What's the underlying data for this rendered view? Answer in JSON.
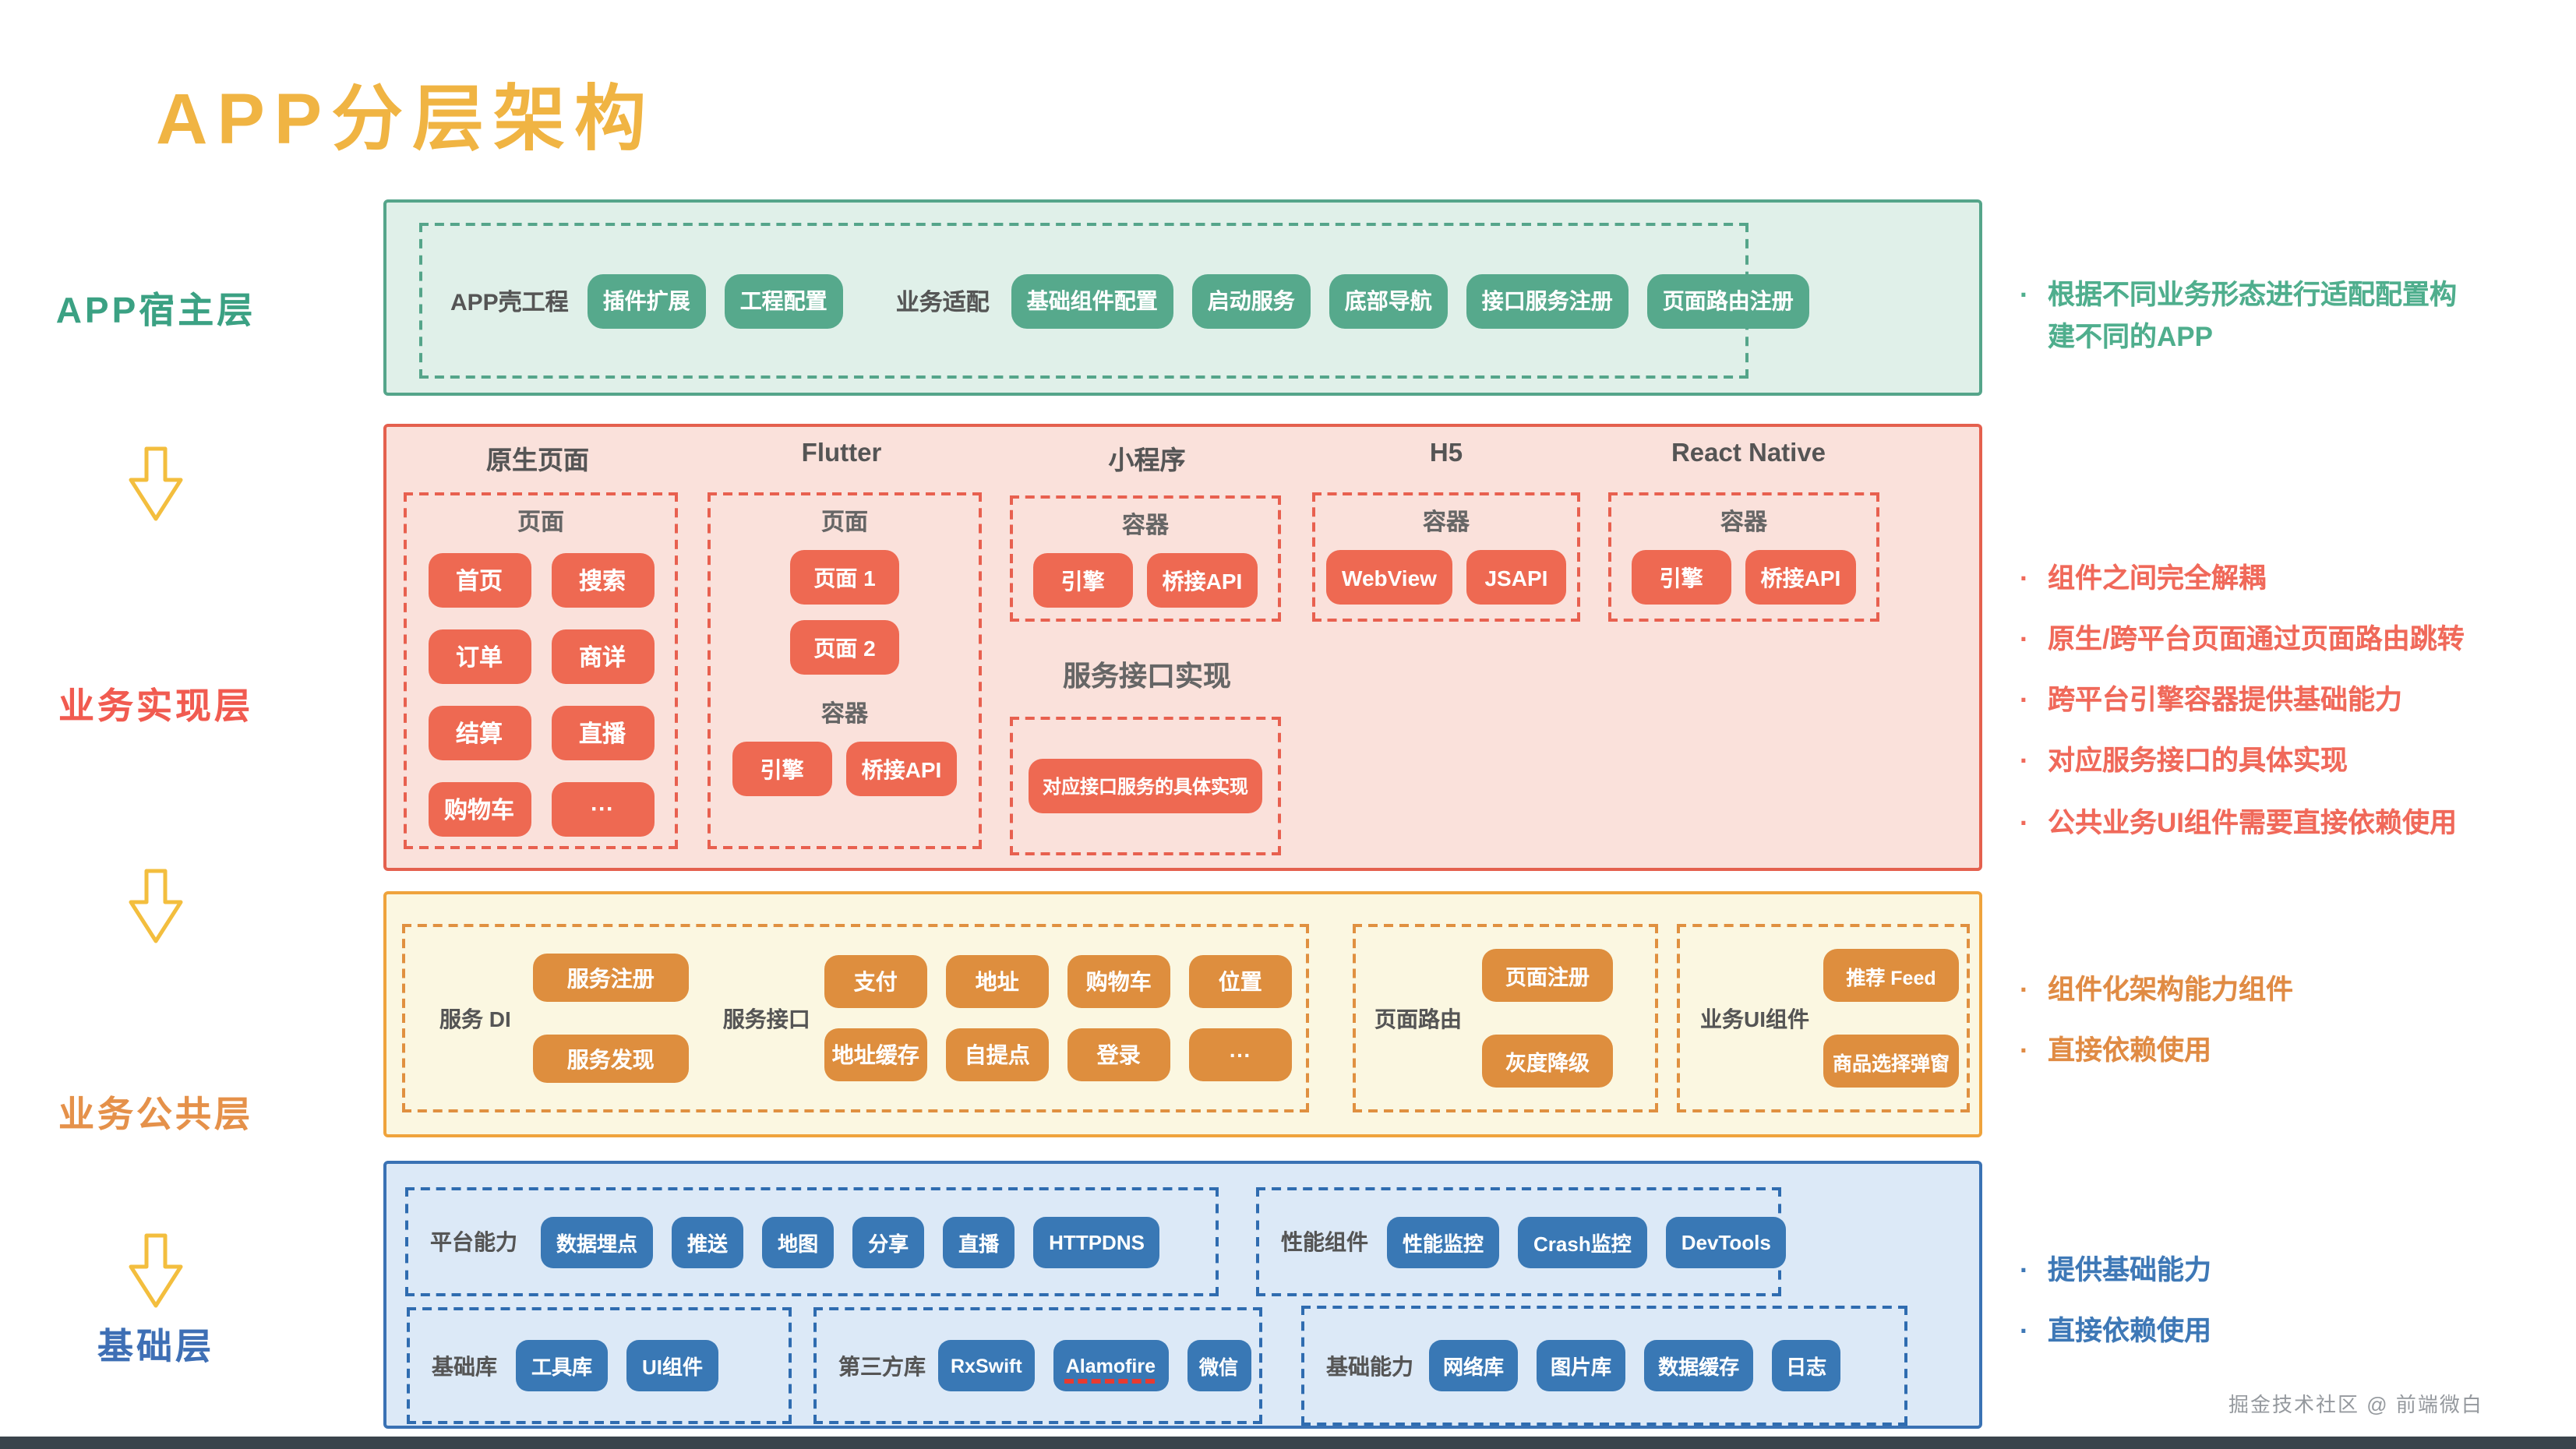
{
  "title": "APP分层架构",
  "watermark": "掘金技术社区 @ 前端微白",
  "rail": {
    "layers": [
      "APP宿主层",
      "业务实现层",
      "业务公共层",
      "基础层"
    ]
  },
  "host": {
    "shell_label": "APP壳工程",
    "shell_chips": [
      "插件扩展",
      "工程配置"
    ],
    "adapt_label": "业务适配",
    "adapt_chips": [
      "基础组件配置",
      "启动服务",
      "底部导航",
      "接口服务注册",
      "页面路由注册"
    ]
  },
  "business": {
    "headers": [
      "原生页面",
      "Flutter",
      "小程序",
      "H5",
      "React Native"
    ],
    "native": {
      "title": "页面",
      "chips": [
        "首页",
        "搜索",
        "订单",
        "商详",
        "结算",
        "直播",
        "购物车",
        "···"
      ]
    },
    "flutter": {
      "page_title": "页面",
      "page_chips": [
        "页面 1",
        "页面 2"
      ],
      "container_title": "容器",
      "container_chips": [
        "引擎",
        "桥接API"
      ]
    },
    "mini": {
      "container_title": "容器",
      "container_chips": [
        "引擎",
        "桥接API"
      ],
      "impl_heading": "服务接口实现",
      "impl_chip": "对应接口服务的具体实现"
    },
    "h5": {
      "container_title": "容器",
      "container_chips": [
        "WebView",
        "JSAPI"
      ]
    },
    "rn": {
      "container_title": "容器",
      "container_chips": [
        "引擎",
        "桥接API"
      ]
    }
  },
  "common": {
    "di_label": "服务 DI",
    "di_chips": [
      "服务注册",
      "服务发现"
    ],
    "api_label": "服务接口",
    "api_chips": [
      "支付",
      "地址",
      "购物车",
      "位置",
      "地址缓存",
      "自提点",
      "登录",
      "···"
    ],
    "router_label": "页面路由",
    "router_chips": [
      "页面注册",
      "灰度降级"
    ],
    "ui_label": "业务UI组件",
    "ui_chips": [
      "推荐 Feed",
      "商品选择弹窗"
    ]
  },
  "base": {
    "platform_label": "平台能力",
    "platform_chips": [
      "数据埋点",
      "推送",
      "地图",
      "分享",
      "直播",
      "HTTPDNS"
    ],
    "perf_label": "性能组件",
    "perf_chips": [
      "性能监控",
      "Crash监控",
      "DevTools"
    ],
    "lib_label": "基础库",
    "lib_chips": [
      "工具库",
      "UI组件"
    ],
    "third_label": "第三方库",
    "third_chips": [
      {
        "label": "RxSwift"
      },
      {
        "label": "Alamofire",
        "underline": true
      },
      {
        "label": "微信"
      }
    ],
    "ability_label": "基础能力",
    "ability_chips": [
      "网络库",
      "图片库",
      "数据缓存",
      "日志"
    ]
  },
  "notes": {
    "bullet": "·",
    "host": [
      "根据不同业务形态进行适配配置构建不同的APP"
    ],
    "business": [
      "组件之间完全解耦",
      "原生/跨平台页面通过页面路由跳转",
      "跨平台引擎容器提供基础能力",
      "对应服务接口的具体实现",
      "公共业务UI组件需要直接依赖使用"
    ],
    "common": [
      "组件化架构能力组件",
      "直接依赖使用"
    ],
    "base": [
      "提供基础能力",
      "直接依赖使用"
    ]
  },
  "colors": {
    "title": "#F0B443",
    "host_bg": "#E0F0E9",
    "host_border": "#55A58A",
    "host_chip": "#56A98C",
    "business_bg": "#FAE1DB",
    "business_border": "#E4604E",
    "business_chip": "#EE6952",
    "common_bg": "#FBF7E1",
    "common_border": "#EFA33C",
    "common_chip": "#DE8E3E",
    "base_bg": "#DCE9F7",
    "base_border": "#3A72B4",
    "base_chip": "#3978B5",
    "note_green": "#4FAE8D",
    "note_red": "#F0695A",
    "note_orange": "#E08B44",
    "note_blue": "#3E78B6",
    "arrow": "#F3BE3E"
  }
}
